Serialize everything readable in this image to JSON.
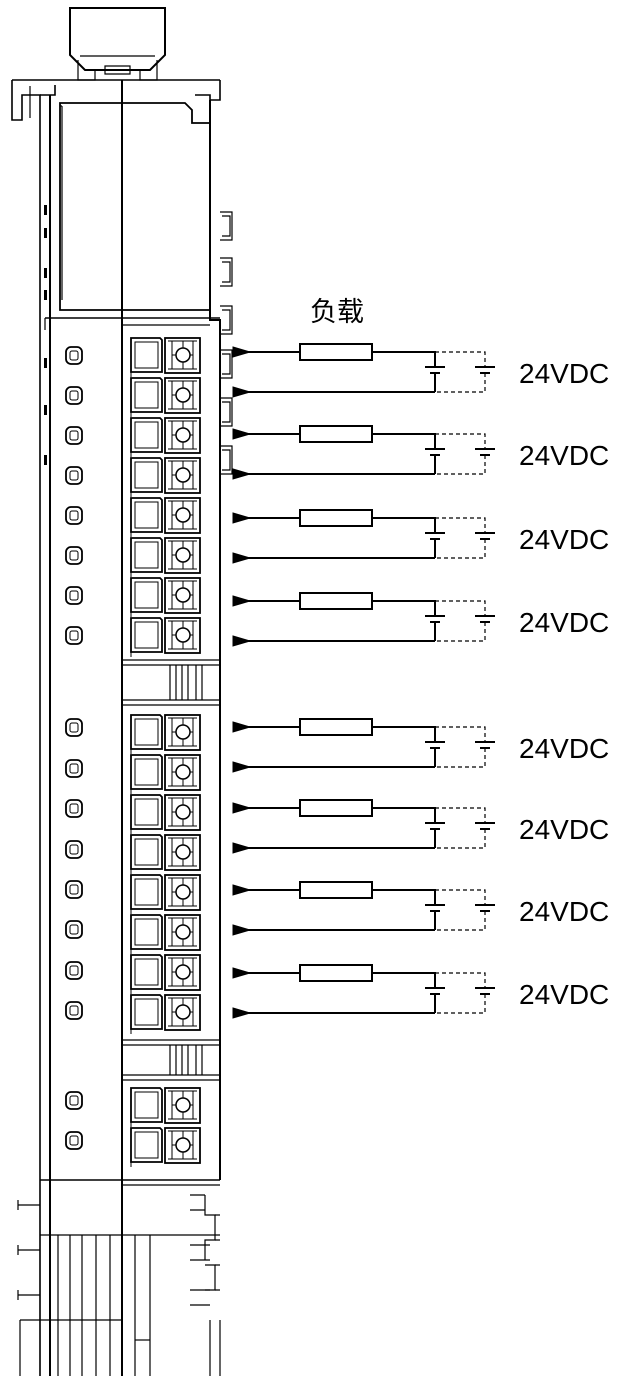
{
  "load_label": "负载",
  "channels": [
    {
      "voltage": "24VDC"
    },
    {
      "voltage": "24VDC"
    },
    {
      "voltage": "24VDC"
    },
    {
      "voltage": "24VDC"
    },
    {
      "voltage": "24VDC"
    },
    {
      "voltage": "24VDC"
    },
    {
      "voltage": "24VDC"
    },
    {
      "voltage": "24VDC"
    }
  ]
}
